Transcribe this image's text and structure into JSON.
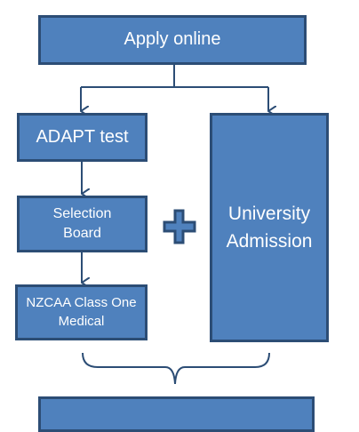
{
  "nodes": {
    "apply_online": "Apply online",
    "adapt_test": "ADAPT test",
    "selection_board": "Selection\nBoard",
    "nzcaa_medical": "NZCAA Class One\nMedical",
    "university_admission": "University\nAdmission",
    "bottom": ""
  },
  "colors": {
    "box_fill": "#4f81bd",
    "box_border": "#2c4d75",
    "connector": "#2c4d75",
    "text": "#ffffff"
  },
  "icons": {
    "plus": "plus-icon"
  }
}
